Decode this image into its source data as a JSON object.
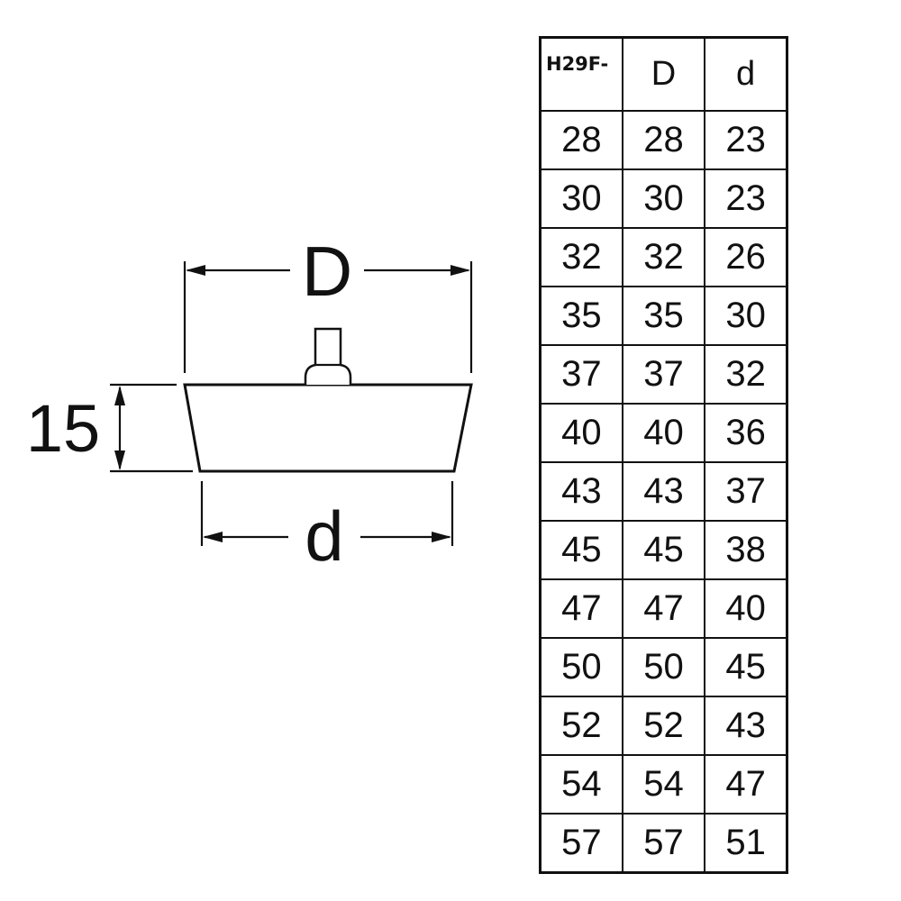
{
  "diagram": {
    "label_D": "D",
    "label_d": "d",
    "label_height": "15"
  },
  "table": {
    "headers": [
      "H29F-",
      "D",
      "d"
    ],
    "rows": [
      [
        "28",
        "28",
        "23"
      ],
      [
        "30",
        "30",
        "23"
      ],
      [
        "32",
        "32",
        "26"
      ],
      [
        "35",
        "35",
        "30"
      ],
      [
        "37",
        "37",
        "32"
      ],
      [
        "40",
        "40",
        "36"
      ],
      [
        "43",
        "43",
        "37"
      ],
      [
        "45",
        "45",
        "38"
      ],
      [
        "47",
        "47",
        "40"
      ],
      [
        "50",
        "50",
        "45"
      ],
      [
        "52",
        "52",
        "43"
      ],
      [
        "54",
        "54",
        "47"
      ],
      [
        "57",
        "57",
        "51"
      ]
    ]
  }
}
